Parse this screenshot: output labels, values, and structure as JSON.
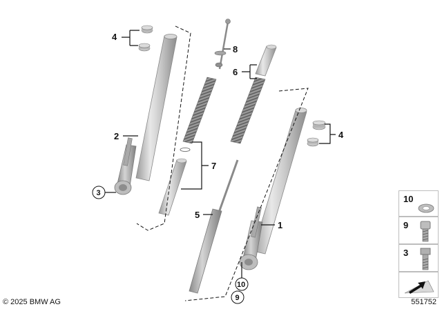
{
  "diagram": {
    "callouts": {
      "c1": "1",
      "c2": "2",
      "c3": "3",
      "c4_top": "4",
      "c4_right": "4",
      "c5": "5",
      "c6": "6",
      "c7": "7",
      "c8": "8",
      "c9": "9",
      "c10": "10"
    }
  },
  "legend": {
    "items": [
      {
        "number": "10",
        "icon": "washer-icon"
      },
      {
        "number": "9",
        "icon": "socket-screw-icon"
      },
      {
        "number": "3",
        "icon": "hex-bolt-icon"
      }
    ],
    "arrow_icon": "direction-arrow-icon"
  },
  "footer": {
    "copyright": "© 2025 BMW AG",
    "doc_id": "551752"
  }
}
